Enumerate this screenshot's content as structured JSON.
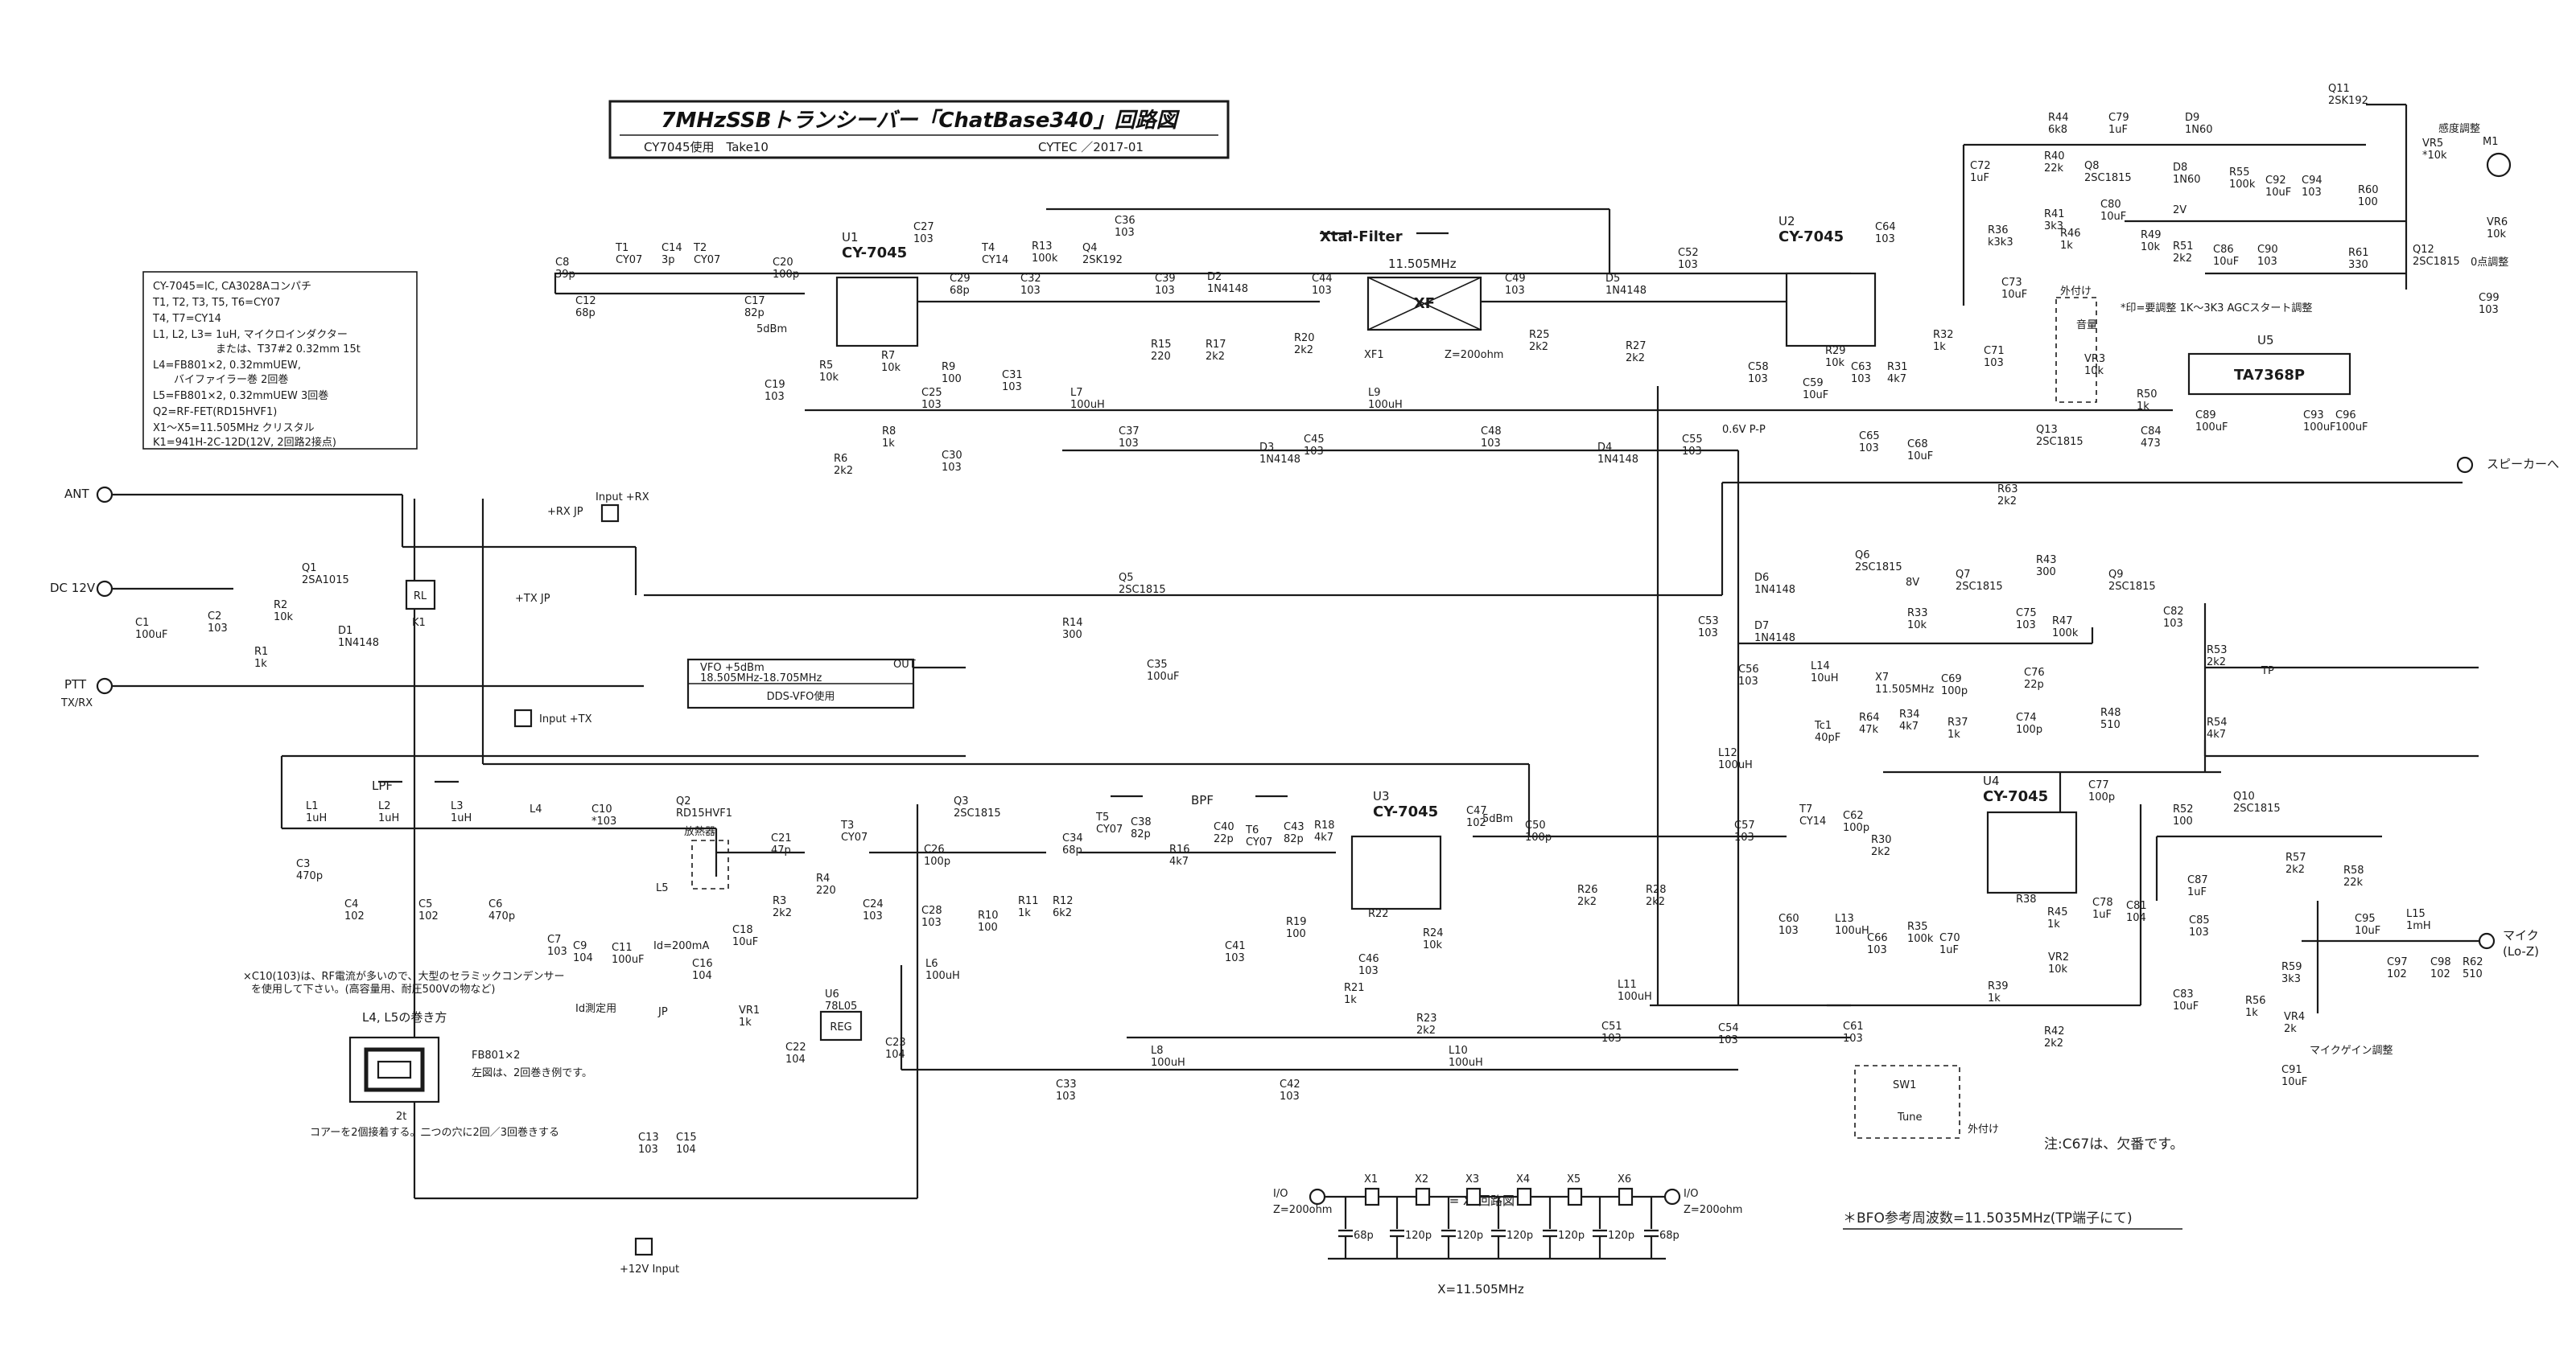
{
  "title": {
    "main": "7MHzSSBトランシーバー「ChatBase340」回路図",
    "sub_left": "CY7045使用　Take10",
    "sub_right": "CYTEC ／2017-01"
  },
  "notes_box": [
    "CY-7045=IC, CA3028Aコンパチ",
    "T1, T2, T3, T5, T6=CY07",
    "T4, T7=CY14",
    "L1, L2, L3= 1uH, マイクロインダクター",
    "　　　　　　または、T37#2 0.32mm 15t",
    "L4=FB801×2, 0.32mmUEW,",
    "　　バイファイラー巻 2回巻",
    "L5=FB801×2, 0.32mmUEW 3回巻",
    "Q2=RF-FET(RD15HVF1)",
    "X1〜X5=11.505MHz クリスタル",
    "K1=941H-2C-12D(12V, 2回路2接点)"
  ],
  "block_labels": {
    "xtal_filter": "Xtal-Filter",
    "xtal_freq": "11.505MHz",
    "xf": "XF",
    "xf1": "XF1",
    "xf_z": "Z=200ohm",
    "lpf": "LPF",
    "bpf": "BPF",
    "vfo_line1": "VFO +5dBm",
    "vfo_line2": "18.505MHz-18.705MHz",
    "vfo_line3": "DDS-VFO使用",
    "vfo_out": "OUT",
    "ta7368p": "TA7368P",
    "u5": "U5",
    "reg": "REG",
    "rl": "RL",
    "k1": "K1"
  },
  "ics": [
    {
      "ref": "U1",
      "name": "CY-7045"
    },
    {
      "ref": "U2",
      "name": "CY-7045"
    },
    {
      "ref": "U3",
      "name": "CY-7045"
    },
    {
      "ref": "U4",
      "name": "CY-7045"
    }
  ],
  "io_labels": {
    "ant": "ANT",
    "dc12v": "DC 12V",
    "ptt": "PTT",
    "txrx": "TX/RX",
    "input_rx": "Input +RX",
    "input_tx": "Input +TX",
    "rx_jp": "+RX JP",
    "tx_jp": "+TX JP",
    "input_12v": "+12V Input",
    "speaker": "スピーカーへ",
    "mic": "マイク",
    "mic_z": "(Lo-Z)",
    "tp": "TP",
    "jp": "JP",
    "id_meas": "Id測定用",
    "id_current": "Id=200mA",
    "heatsink": "放熱器",
    "five_dbm_1": "5dBm",
    "five_dbm_2": "5dBm",
    "vp_p": "0.6V P-P",
    "v8": "8V",
    "v2": "2V",
    "sw1": "SW1",
    "tune": "Tune",
    "ext1": "外付け",
    "ext2": "外付け",
    "volume": "音量",
    "sensitivity": "感度調整",
    "m1": "M1",
    "zero_adj": "0点調整",
    "mic_gain": "マイクゲイン調整",
    "agc_note": "*印=要調整 1K〜3K3 AGCスタート調整"
  },
  "component_labels": [
    [
      "C8",
      "39p"
    ],
    [
      "C12",
      "68p"
    ],
    [
      "T1",
      "CY07"
    ],
    [
      "C14",
      "3p"
    ],
    [
      "T2",
      "CY07"
    ],
    [
      "C17",
      "82p"
    ],
    [
      "C20",
      "100p"
    ],
    [
      "C19",
      "103"
    ],
    [
      "C27",
      "103"
    ],
    [
      "C29",
      "68p"
    ],
    [
      "T4",
      "CY14"
    ],
    [
      "C32",
      "103"
    ],
    [
      "R13",
      "100k"
    ],
    [
      "Q4",
      "2SK192"
    ],
    [
      "C36",
      "103"
    ],
    [
      "C39",
      "103"
    ],
    [
      "D2",
      "1N4148"
    ],
    [
      "C44",
      "103"
    ],
    [
      "R15",
      "220"
    ],
    [
      "R17",
      "2k2"
    ],
    [
      "R20",
      "2k2"
    ],
    [
      "C49",
      "103"
    ],
    [
      "D5",
      "1N4148"
    ],
    [
      "C52",
      "103"
    ],
    [
      "C64",
      "103"
    ],
    [
      "C73",
      "10uF"
    ],
    [
      "C72",
      "1uF"
    ],
    [
      "R36",
      "k3k3"
    ],
    [
      "R40",
      "22k"
    ],
    [
      "R44",
      "6k8"
    ],
    [
      "Q8",
      "2SC1815"
    ],
    [
      "R41",
      "3k3"
    ],
    [
      "R46",
      "1k"
    ],
    [
      "C80",
      "10uF"
    ],
    [
      "C79",
      "1uF"
    ],
    [
      "D9",
      "1N60"
    ],
    [
      "D8",
      "1N60"
    ],
    [
      "R49",
      "10k"
    ],
    [
      "R51",
      "2k2"
    ],
    [
      "C86",
      "10uF"
    ],
    [
      "C90",
      "103"
    ],
    [
      "R55",
      "100k"
    ],
    [
      "C92",
      "10uF"
    ],
    [
      "C94",
      "103"
    ],
    [
      "Q11",
      "2SK192"
    ],
    [
      "VR5",
      "*10k"
    ],
    [
      "R60",
      "100"
    ],
    [
      "R61",
      "330"
    ],
    [
      "Q12",
      "2SC1815"
    ],
    [
      "VR6",
      "10k"
    ],
    [
      "C99",
      "103"
    ],
    [
      "R5",
      "10k"
    ],
    [
      "R7",
      "10k"
    ],
    [
      "C25",
      "103"
    ],
    [
      "R9",
      "100"
    ],
    [
      "C31",
      "103"
    ],
    [
      "L7",
      "100uH"
    ],
    [
      "C37",
      "103"
    ],
    [
      "R8",
      "1k"
    ],
    [
      "R6",
      "2k2"
    ],
    [
      "C30",
      "103"
    ],
    [
      "D3",
      "1N4148"
    ],
    [
      "C45",
      "103"
    ],
    [
      "L9",
      "100uH"
    ],
    [
      "C48",
      "103"
    ],
    [
      "D4",
      "1N4148"
    ],
    [
      "R25",
      "2k2"
    ],
    [
      "R27",
      "2k2"
    ],
    [
      "C58",
      "103"
    ],
    [
      "R29",
      "10k"
    ],
    [
      "C59",
      "10uF"
    ],
    [
      "C63",
      "103"
    ],
    [
      "R31",
      "4k7"
    ],
    [
      "R32",
      "1k"
    ],
    [
      "C71",
      "103"
    ],
    [
      "VR3",
      "10k"
    ],
    [
      "C65",
      "103"
    ],
    [
      "C68",
      "10uF"
    ],
    [
      "C55",
      "103"
    ],
    [
      "Q13",
      "2SC1815"
    ],
    [
      "R63",
      "2k2"
    ],
    [
      "R50",
      "1k"
    ],
    [
      "C84",
      "473"
    ],
    [
      "C89",
      "100uF"
    ],
    [
      "C93",
      "100uF"
    ],
    [
      "C96",
      "100uF"
    ],
    [
      "C1",
      "100uF"
    ],
    [
      "C2",
      "103"
    ],
    [
      "Q1",
      "2SA1015"
    ],
    [
      "R2",
      "10k"
    ],
    [
      "D1",
      "1N4148"
    ],
    [
      "R1",
      "1k"
    ],
    [
      "Q5",
      "2SC1815"
    ],
    [
      "R14",
      "300"
    ],
    [
      "C35",
      "100uF"
    ],
    [
      "C53",
      "103"
    ],
    [
      "D6",
      "1N4148"
    ],
    [
      "D7",
      "1N4148"
    ],
    [
      "C56",
      "103"
    ],
    [
      "Q6",
      "2SC1815"
    ],
    [
      "Q7",
      "2SC1815"
    ],
    [
      "R43",
      "300"
    ],
    [
      "Q9",
      "2SC1815"
    ],
    [
      "R33",
      "10k"
    ],
    [
      "C75",
      "103"
    ],
    [
      "R47",
      "100k"
    ],
    [
      "C82",
      "103"
    ],
    [
      "L14",
      "10uH"
    ],
    [
      "X7",
      "11.505MHz"
    ],
    [
      "C69",
      "100p"
    ],
    [
      "C76",
      "22p"
    ],
    [
      "R53",
      "2k2"
    ],
    [
      "Tc1",
      "40pF"
    ],
    [
      "R64",
      "47k"
    ],
    [
      "R34",
      "4k7"
    ],
    [
      "R37",
      "1k"
    ],
    [
      "C74",
      "100p"
    ],
    [
      "R48",
      "510"
    ],
    [
      "R54",
      "4k7"
    ],
    [
      "L12",
      "100uH"
    ],
    [
      "L1",
      "1uH"
    ],
    [
      "L2",
      "1uH"
    ],
    [
      "L3",
      "1uH"
    ],
    [
      "L4",
      ""
    ],
    [
      "C10",
      "*103"
    ],
    [
      "Q2",
      "RD15HVF1"
    ],
    [
      "C3",
      "470p"
    ],
    [
      "C4",
      "102"
    ],
    [
      "C5",
      "102"
    ],
    [
      "C6",
      "470p"
    ],
    [
      "L5",
      ""
    ],
    [
      "C7",
      "103"
    ],
    [
      "C9",
      "104"
    ],
    [
      "C11",
      "100uF"
    ],
    [
      "C21",
      "47p"
    ],
    [
      "R4",
      "220"
    ],
    [
      "R3",
      "2k2"
    ],
    [
      "T3",
      "CY07"
    ],
    [
      "C26",
      "100p"
    ],
    [
      "Q3",
      "2SC1815"
    ],
    [
      "C24",
      "103"
    ],
    [
      "C28",
      "103"
    ],
    [
      "R10",
      "100"
    ],
    [
      "R11",
      "1k"
    ],
    [
      "R12",
      "6k2"
    ],
    [
      "C34",
      "68p"
    ],
    [
      "T5",
      "CY07"
    ],
    [
      "C38",
      "82p"
    ],
    [
      "R16",
      "4k7"
    ],
    [
      "C40",
      "22p"
    ],
    [
      "T6",
      "CY07"
    ],
    [
      "C43",
      "82p"
    ],
    [
      "R18",
      "4k7"
    ],
    [
      "C47",
      "102"
    ],
    [
      "C50",
      "100p"
    ],
    [
      "R19",
      "100"
    ],
    [
      "C41",
      "103"
    ],
    [
      "R22",
      ""
    ],
    [
      "C46",
      "103"
    ],
    [
      "R24",
      "10k"
    ],
    [
      "R21",
      "1k"
    ],
    [
      "R23",
      "2k2"
    ],
    [
      "R26",
      "2k2"
    ],
    [
      "R28",
      "2k2"
    ],
    [
      "C16",
      "104"
    ],
    [
      "C18",
      "10uF"
    ],
    [
      "VR1",
      "1k"
    ],
    [
      "U6",
      "78L05"
    ],
    [
      "C22",
      "104"
    ],
    [
      "C23",
      "104"
    ],
    [
      "L6",
      "100uH"
    ],
    [
      "L8",
      "100uH"
    ],
    [
      "C33",
      "103"
    ],
    [
      "C42",
      "103"
    ],
    [
      "L10",
      "100uH"
    ],
    [
      "L11",
      "100uH"
    ],
    [
      "C51",
      "103"
    ],
    [
      "C54",
      "103"
    ],
    [
      "C13",
      "103"
    ],
    [
      "C15",
      "104"
    ],
    [
      "C57",
      "103"
    ],
    [
      "T7",
      "CY14"
    ],
    [
      "C62",
      "100p"
    ],
    [
      "R30",
      "2k2"
    ],
    [
      "C60",
      "103"
    ],
    [
      "L13",
      "100uH"
    ],
    [
      "C66",
      "103"
    ],
    [
      "R35",
      "100k"
    ],
    [
      "C70",
      "1uF"
    ],
    [
      "R38",
      ""
    ],
    [
      "R45",
      "1k"
    ],
    [
      "C78",
      "1uF"
    ],
    [
      "C81",
      "104"
    ],
    [
      "VR2",
      "10k"
    ],
    [
      "R39",
      "1k"
    ],
    [
      "R42",
      "2k2"
    ],
    [
      "C61",
      "103"
    ],
    [
      "C77",
      "100p"
    ],
    [
      "R52",
      "100"
    ],
    [
      "C83",
      "10uF"
    ],
    [
      "C87",
      "1uF"
    ],
    [
      "C85",
      "103"
    ],
    [
      "Q10",
      "2SC1815"
    ],
    [
      "R57",
      "2k2"
    ],
    [
      "R58",
      "22k"
    ],
    [
      "R59",
      "3k3"
    ],
    [
      "C95",
      "10uF"
    ],
    [
      "L15",
      "1mH"
    ],
    [
      "C97",
      "102"
    ],
    [
      "C98",
      "102"
    ],
    [
      "R62",
      "510"
    ],
    [
      "R56",
      "1k"
    ],
    [
      "VR4",
      "2k"
    ],
    [
      "C91",
      "10uF"
    ]
  ],
  "toroid_note": {
    "heading": "L4, L5の巻き方",
    "fb": "FB801×2",
    "desc": "左図は、2回巻き例です。",
    "turns": "2t",
    "core_note": "コアーを2個接着する。二つの穴に2回／3回巻きする"
  },
  "c10_note": [
    "×C10(103)は、RF電流が多いので、大型のセラミックコンデンサー",
    "を使用して下さい。(高容量用、耐圧500Vの物など)"
  ],
  "xf_section": {
    "title": "= XF回路図 =",
    "io_left": "I/O",
    "z_left": "Z=200ohm",
    "io_right": "I/O",
    "z_right": "Z=200ohm",
    "crystals": [
      "X1",
      "X2",
      "X3",
      "X4",
      "X5",
      "X6"
    ],
    "caps": [
      {
        "ref": "C",
        "val": "68p"
      },
      {
        "ref": "C",
        "val": "120p"
      },
      {
        "ref": "C",
        "val": "120p"
      },
      {
        "ref": "C",
        "val": "120p"
      },
      {
        "ref": "C",
        "val": "120p"
      },
      {
        "ref": "C",
        "val": "120p"
      },
      {
        "ref": "C",
        "val": "68p"
      }
    ],
    "freq": "X=11.505MHz"
  },
  "footer_notes": {
    "c67": "注:C67は、欠番です。",
    "bfo": "＊BFO参考周波数=11.5035MHz(TP端子にて)"
  }
}
